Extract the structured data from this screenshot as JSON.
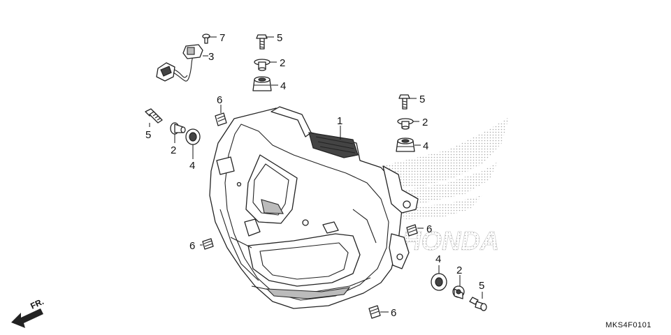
{
  "diagram": {
    "code": "MKS4F0101",
    "front_label": "FR.",
    "watermark": "HONDA",
    "callouts": {
      "housing": "1",
      "collar_a": "2",
      "collar_b": "2",
      "collar_c": "2",
      "collar_d": "2",
      "harness": "3",
      "grommet_a": "4",
      "grommet_b": "4",
      "grommet_c": "4",
      "grommet_d": "4",
      "bolt_a": "5",
      "bolt_b": "5",
      "bolt_c": "5",
      "bolt_d": "5",
      "nut_a": "6",
      "nut_b": "6",
      "nut_c": "6",
      "nut_d": "6",
      "screw": "7"
    }
  }
}
